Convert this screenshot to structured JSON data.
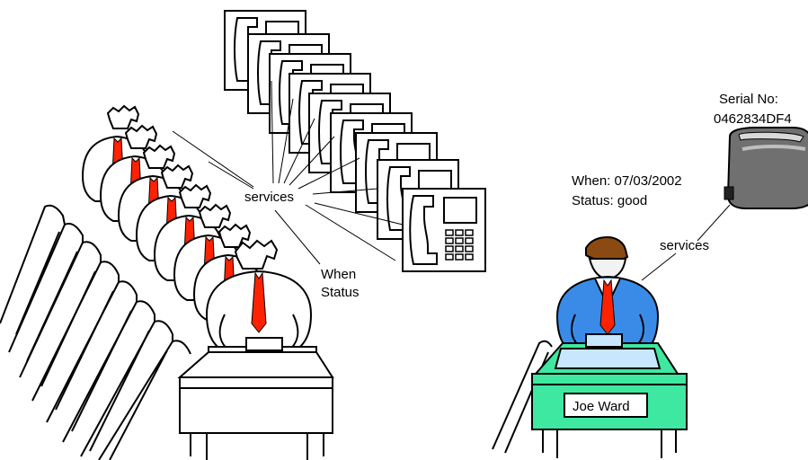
{
  "left_scene": {
    "services_label": "services",
    "when_label": "When",
    "status_label": "Status"
  },
  "right_scene": {
    "when_text": "When: 07/03/2002",
    "status_text": "Status: good",
    "services_label": "services",
    "serial_label": "Serial No:",
    "serial_value": "0462834DF4",
    "desk_name": "Joe Ward"
  },
  "colors": {
    "tie": "#ff2200",
    "suit_right": "#3a8be8",
    "desk_right": "#3fe8a0",
    "desk_top_right": "#c9e6ff",
    "hair_right": "#8a4a12",
    "toaster": "#707070"
  }
}
